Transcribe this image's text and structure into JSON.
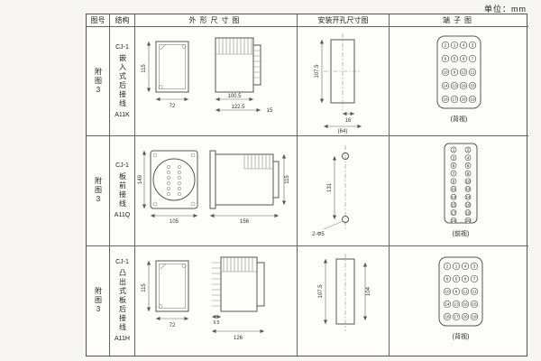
{
  "unit_label": "单位：mm",
  "headers": {
    "figure": "图号",
    "structure": "结构",
    "outline": "外形尺寸图",
    "mounting": "安装开孔尺寸图",
    "terminal": "端子图"
  },
  "rows": [
    {
      "figure": "附图3",
      "model": "CJ-1",
      "structure": "嵌入式后接线",
      "code": "A11K",
      "dims": {
        "front_h": "115",
        "front_w": "72",
        "depth1": "100.5",
        "depth2": "122.5",
        "flange": "15"
      },
      "mount": {
        "h": "107.5",
        "w1": "16",
        "w2": "(64)"
      },
      "terminal": {
        "caption": "(背视)",
        "cols": 4,
        "numbers": [
          2,
          1,
          4,
          3,
          6,
          5,
          8,
          7,
          10,
          9,
          12,
          11,
          14,
          13,
          16,
          15,
          18,
          17,
          20,
          19
        ]
      }
    },
    {
      "figure": "附图3",
      "model": "CJ-1",
      "structure": "板前接线",
      "code": "A11Q",
      "dims": {
        "front_h": "149",
        "front_w": "105",
        "depth1": "156",
        "side_h": "115"
      },
      "mount": {
        "holes": "2-Φ5",
        "span": "131"
      },
      "terminal": {
        "caption": "(前视)",
        "cols": 2,
        "numbers": [
          1,
          2,
          3,
          4,
          5,
          6,
          7,
          8,
          9,
          10,
          11,
          12,
          13,
          14,
          15,
          16,
          17,
          18,
          19,
          20
        ]
      }
    },
    {
      "figure": "附图3",
      "model": "CJ-1",
      "structure": "凸出式板后接线",
      "code": "A11H",
      "dims": {
        "front_h": "115",
        "front_w": "72",
        "pin": "9.5",
        "depth1": "126"
      },
      "mount": {
        "h1": "107.5",
        "h2": "104"
      },
      "terminal": {
        "caption": "(背视)",
        "cols": 4,
        "numbers": [
          2,
          1,
          4,
          3,
          6,
          5,
          8,
          7,
          10,
          9,
          12,
          11,
          14,
          13,
          16,
          15,
          18,
          17,
          20,
          19
        ]
      }
    }
  ]
}
